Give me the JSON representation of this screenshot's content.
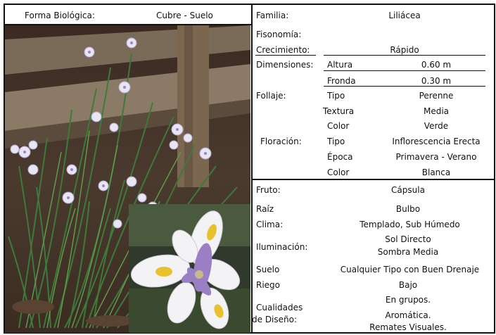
{
  "header": {
    "forma_label": "Forma Biológica:",
    "forma_value": "Cubre - Suelo"
  },
  "sheet": {
    "familia_label": "Familia:",
    "familia_value": "Liliácea",
    "fisonomia_label": "Fisonomía:",
    "crecimiento_label": "Crecimiento:",
    "crecimiento_value": "Rápido",
    "dimensiones_label": "Dimensiones:",
    "altura_label": "Altura",
    "altura_value": "0.60  m",
    "fronda_label": "Fronda",
    "fronda_value": "0.30  m",
    "follaje_label": "Follaje:",
    "follaje_tipo_label": "Tipo",
    "follaje_tipo_value": "Perenne",
    "textura_label": "Textura",
    "textura_value": "Media",
    "follaje_color_label": "Color",
    "follaje_color_value": "Verde",
    "floracion_label": "Floración:",
    "flor_tipo_label": "Tipo",
    "flor_tipo_value": "Inflorescencia Erecta",
    "epoca_label": "Época",
    "epoca_value": "Primavera - Verano",
    "flor_color_label": "Color",
    "flor_color_value": "Blanca",
    "fruto_label": "Fruto:",
    "fruto_value": "Cápsula",
    "raiz_label": "Raíz",
    "raiz_value": "Bulbo",
    "clima_label": "Clima:",
    "clima_value": "Templado, Sub Húmedo",
    "iluminacion_label": "Iluminación:",
    "iluminacion_value_1": "Sol Directo",
    "iluminacion_value_2": "Sombra Media",
    "suelo_label": "Suelo",
    "suelo_value": "Cualquier Tipo con Buen Drenaje",
    "riego_label": "Riego",
    "riego_value": "Bajo",
    "cualidades_label_1": "Cualidades",
    "cualidades_label_2": "de Diseño:",
    "cualidades_value_1": "En grupos.",
    "cualidades_value_2": "Aromática.",
    "cualidades_value_3": "Remates Visuales."
  }
}
